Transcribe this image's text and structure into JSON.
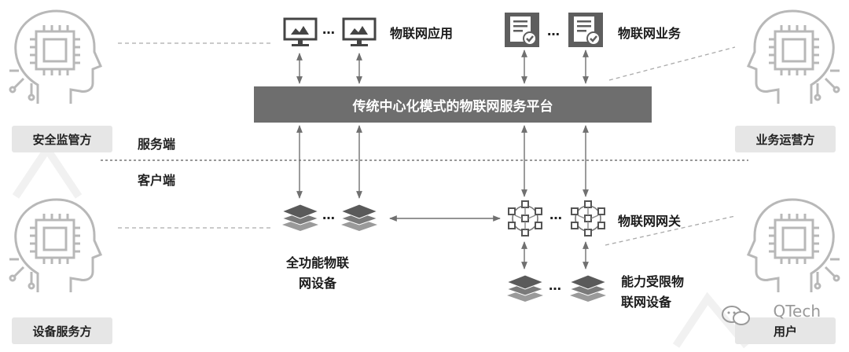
{
  "platform": {
    "title": "传统中心化模式的物联网服务平台"
  },
  "sides": {
    "server": "服务端",
    "client": "客户端"
  },
  "roles": {
    "security_regulator": "安全监管方",
    "device_service": "设备服务方",
    "business_operator": "业务运营方",
    "user": "用户"
  },
  "nodes": {
    "iot_apps": "物联网应用",
    "iot_business": "物联网业务",
    "iot_gateway": "物联网网关",
    "full_device_line1": "全功能物联",
    "full_device_line2": "网设备",
    "limited_device_line1": "能力受限物",
    "limited_device_line2": "联网设备"
  },
  "ellipsis": "…",
  "watermark": "QTech",
  "icons": [
    "head-chip-icon",
    "monitor-icon",
    "certificate-icon",
    "layers-icon",
    "gateway-icon",
    "wechat-icon"
  ],
  "colors": {
    "platform": "#6e6e6e",
    "label_bg": "#e6e6e6",
    "icon": "#b3b3b3",
    "dark_icon": "#6b6b6b",
    "line": "#808080"
  }
}
